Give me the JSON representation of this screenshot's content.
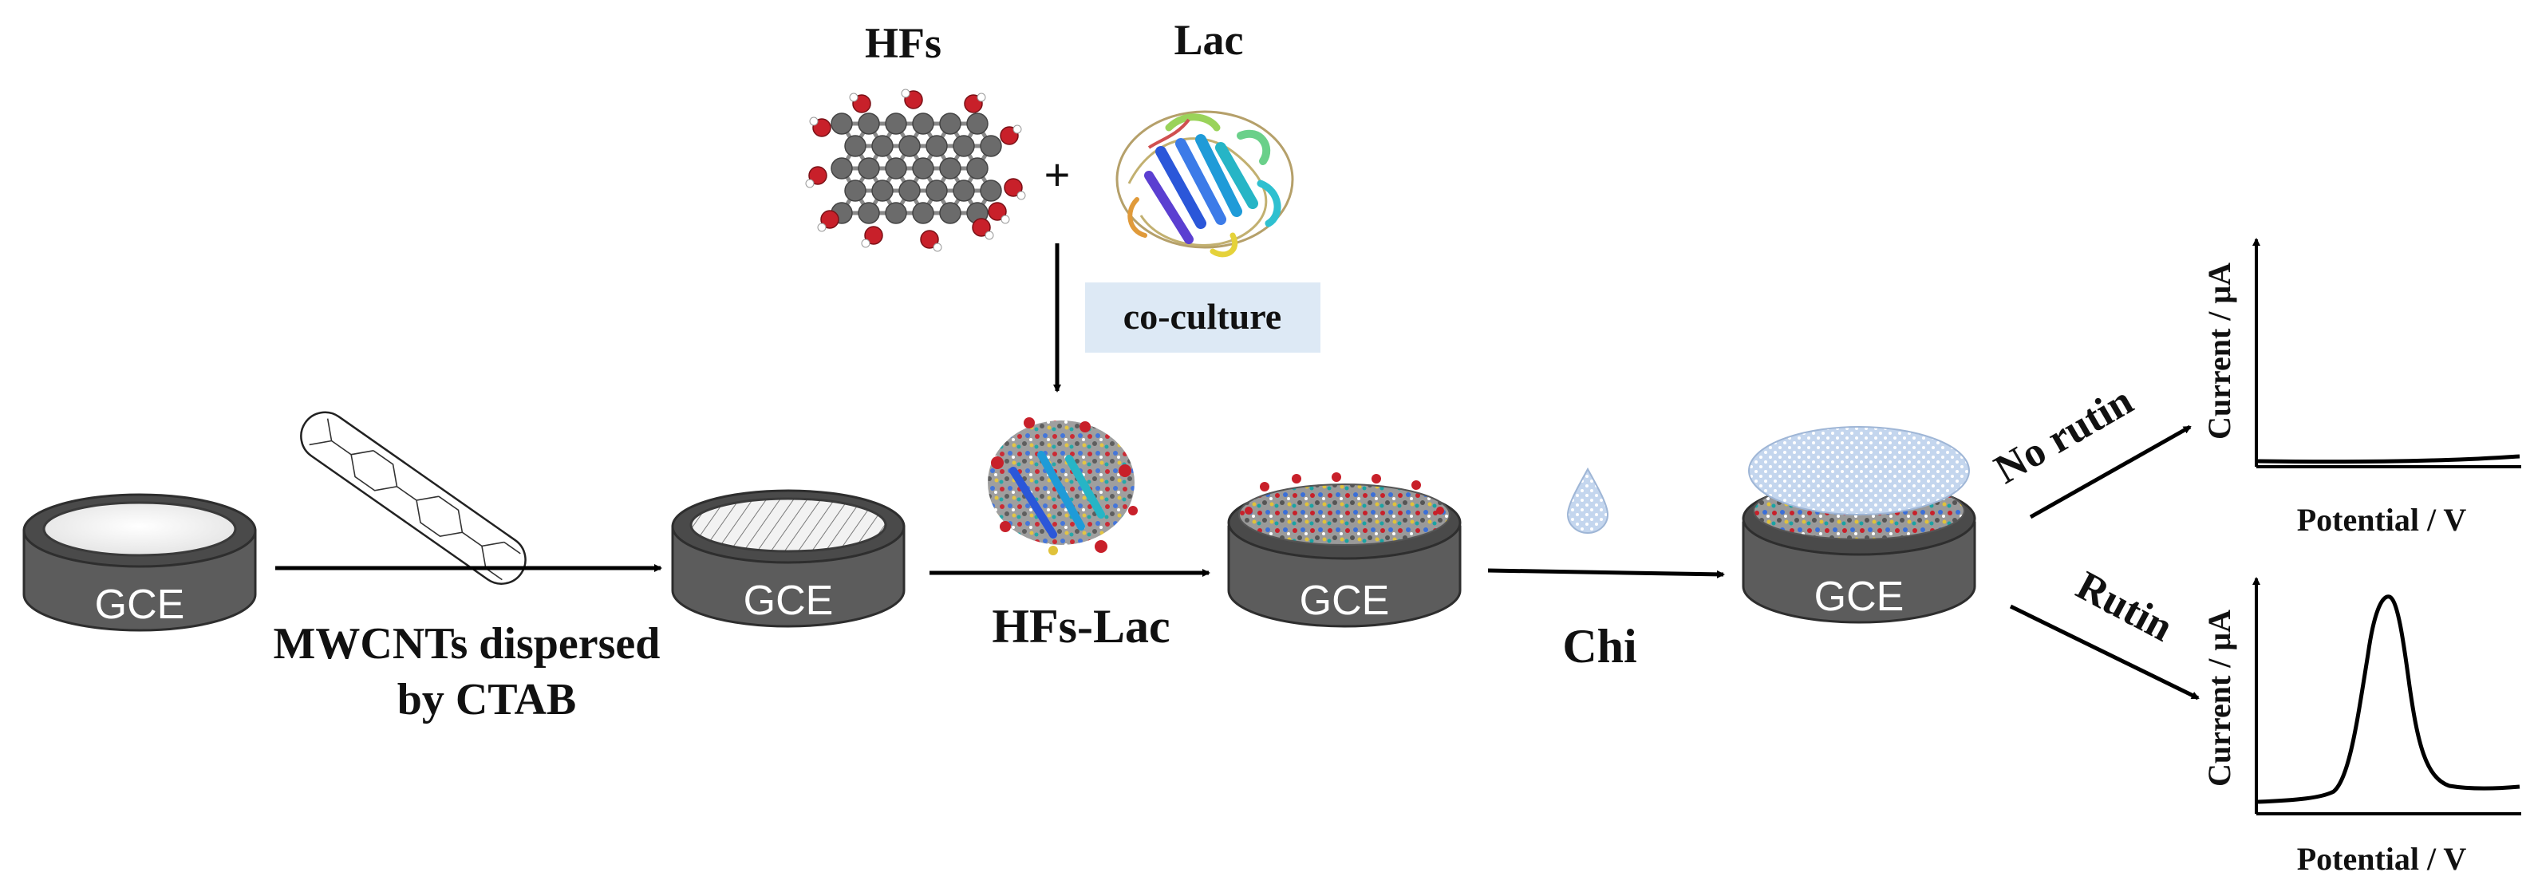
{
  "labels": {
    "hfs": "HFs",
    "lac": "Lac",
    "plus": "+",
    "co_culture": "co-culture",
    "mwcnts_line1": "MWCNTs dispersed",
    "mwcnts_line2": "by CTAB",
    "hfs_lac": "HFs-Lac",
    "chi": "Chi",
    "no_rutin": "No rutin",
    "rutin": "Rutin"
  },
  "electrodes": [
    {
      "label": "GCE",
      "stage": "bare"
    },
    {
      "label": "GCE",
      "stage": "MWCNTs"
    },
    {
      "label": "GCE",
      "stage": "HFs-Lac"
    },
    {
      "label": "GCE",
      "stage": "Chi"
    }
  ],
  "graphs": [
    {
      "name": "no-rutin",
      "ylabel": "Current / μA",
      "xlabel": "Potential / V",
      "curve": "flat"
    },
    {
      "name": "rutin",
      "ylabel": "Current / μA",
      "xlabel": "Potential / V",
      "curve": "peak"
    }
  ],
  "colors": {
    "electrode_body": "#5c5c5c",
    "electrode_rim": "#3a3a3a",
    "arrow": "#000000",
    "co_culture_bg": "#dde9f5",
    "chi_film": "#bcd0ea",
    "hf_carbon": "#6b6b6b",
    "hf_oxygen": "#c8202a"
  }
}
